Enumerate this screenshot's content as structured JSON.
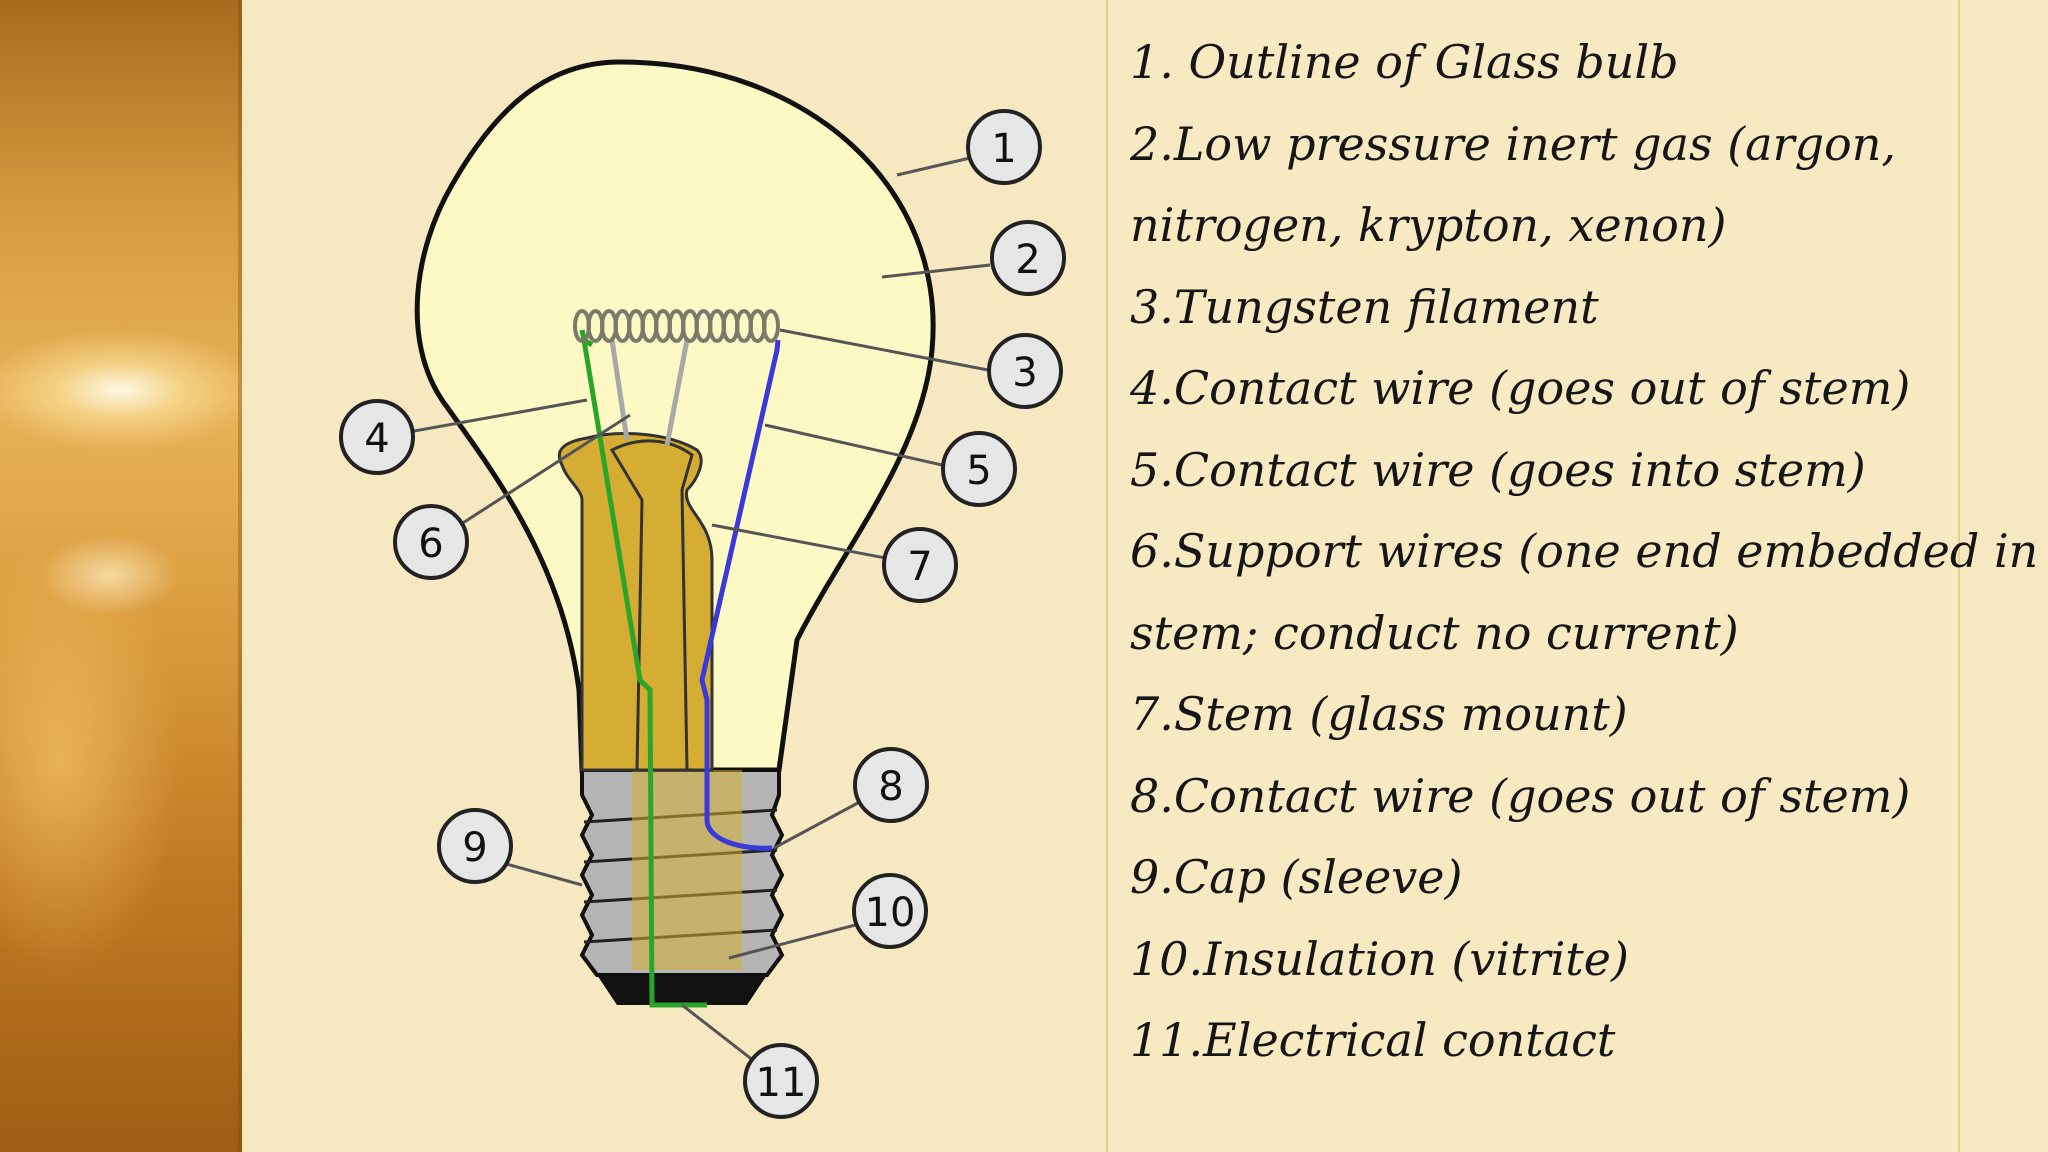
{
  "legend": [
    "1. Outline of Glass bulb",
    "2.Low pressure inert gas (argon,",
    "nitrogen, krypton, xenon)",
    "3.Tungsten filament",
    "4.Contact wire (goes out of stem)",
    "5.Contact wire (goes into stem)",
    "6.Support wires (one end embedded in",
    "stem; conduct no current)",
    "7.Stem (glass mount)",
    "8.Contact wire (goes out of stem)",
    "9.Cap (sleeve)",
    "10.Insulation (vitrite)",
    "11.Electrical contact"
  ],
  "callouts": [
    "1",
    "2",
    "3",
    "4",
    "5",
    "6",
    "7",
    "8",
    "9",
    "10",
    "11"
  ],
  "colors": {
    "bulb_fill": "#fdf9c4",
    "stem_fill": "#d4ad32",
    "cap_fill": "#b5b5b5",
    "contact_wire_green": "#2aa52a",
    "contact_wire_blue": "#3a3adb",
    "support_wire": "#a8a8a8"
  }
}
